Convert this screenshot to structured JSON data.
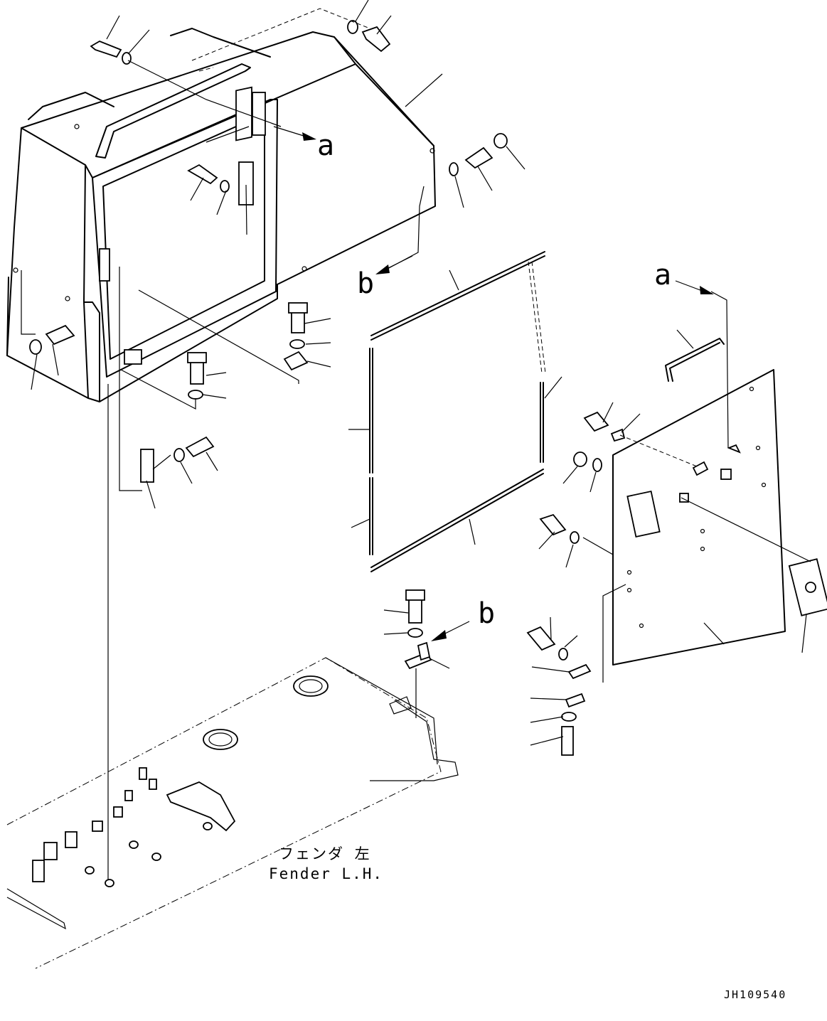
{
  "view_labels": {
    "a_top": "a",
    "a_right": "a",
    "b_left": "b",
    "b_bottom": "b"
  },
  "caption": {
    "jp": "フェンダ 左",
    "en": "Fender L.H."
  },
  "drawing_code": "JH109540"
}
